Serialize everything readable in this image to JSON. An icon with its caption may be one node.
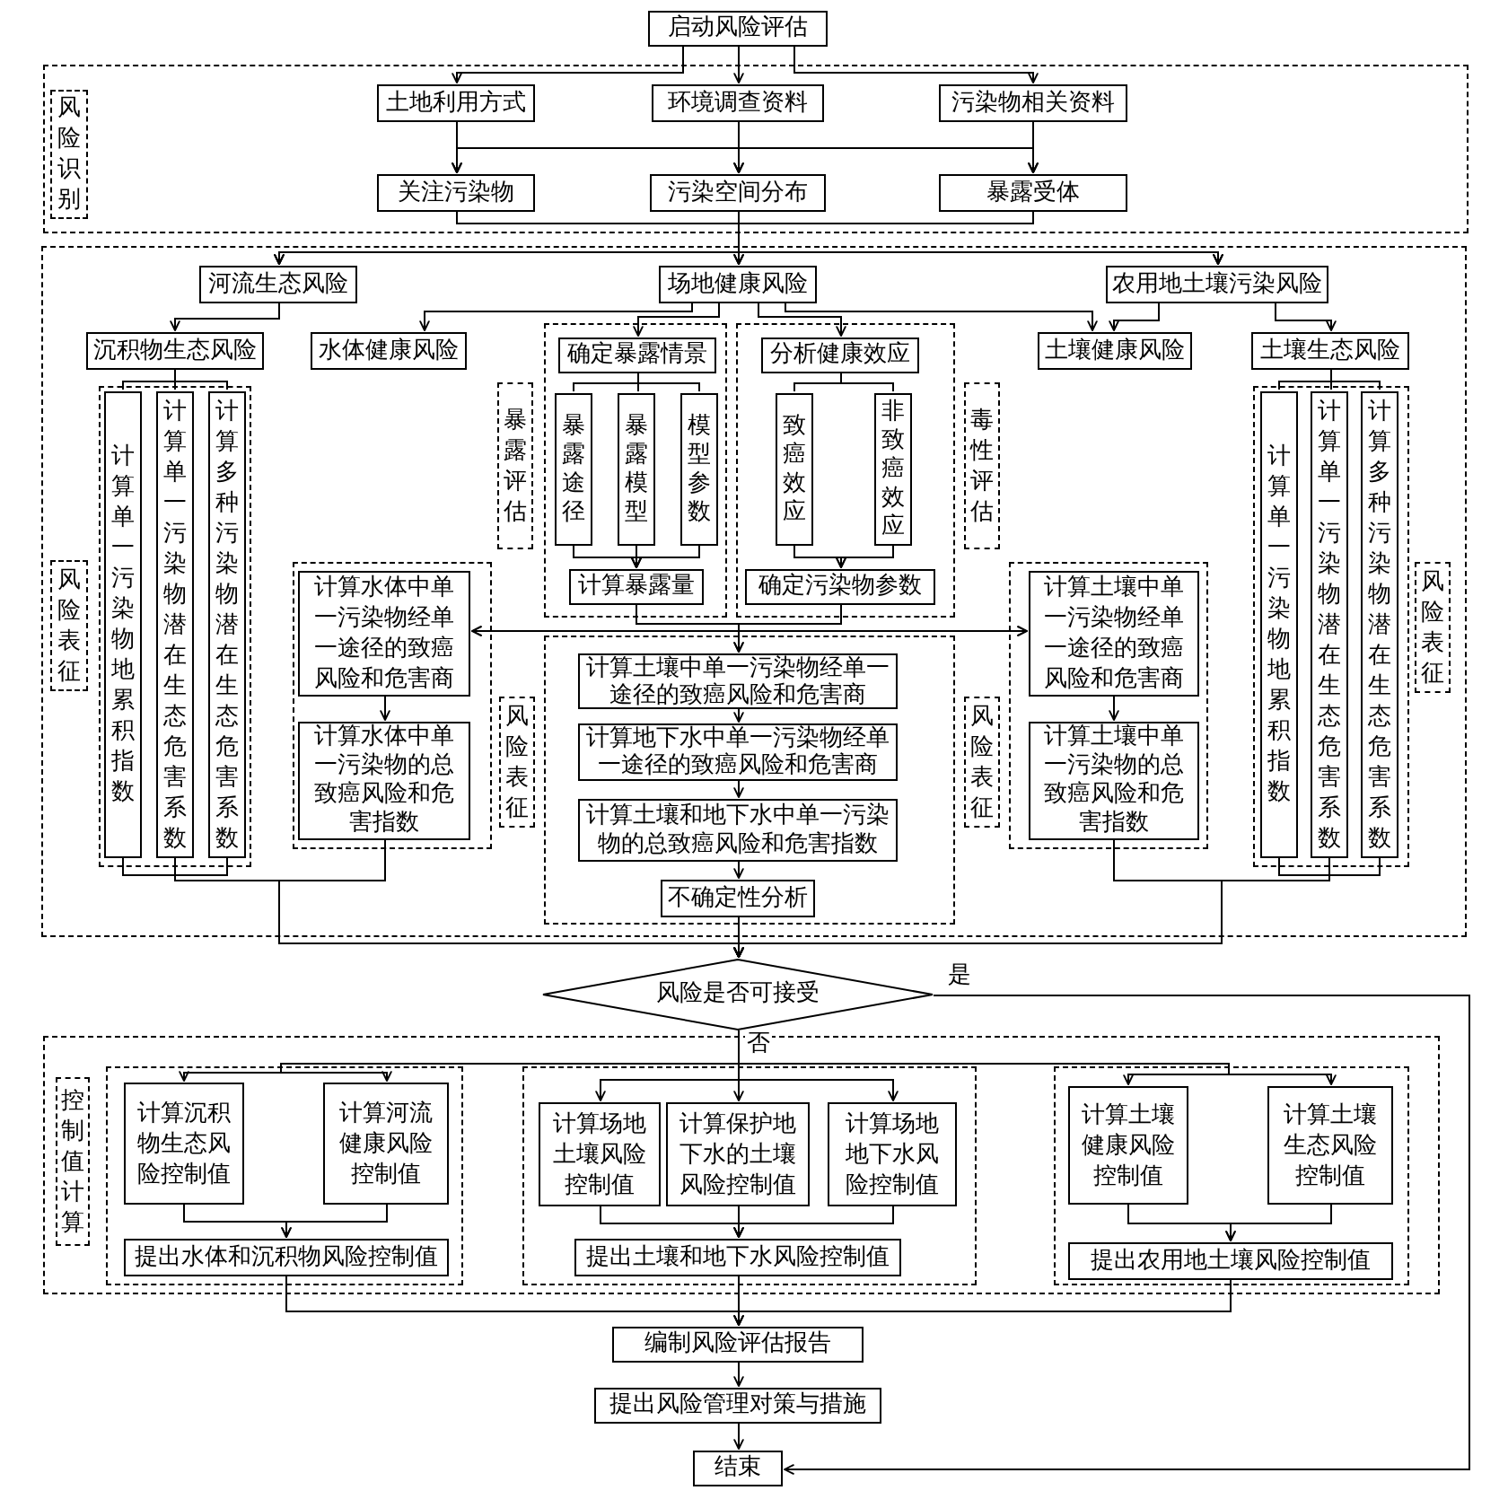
{
  "diagram": {
    "nodes": [
      {
        "text": [
          "启动风险评估"
        ]
      },
      {
        "text": [],
        "shape": "box"
      },
      {
        "text": [
          "风险识别"
        ],
        "in": 1
      },
      {
        "text": [
          "土地利用方式"
        ],
        "in": 1
      },
      {
        "text": [
          "环境调查资料"
        ],
        "in": 1
      },
      {
        "text": [
          "污染物相关资料"
        ],
        "in": 1
      },
      {
        "text": [
          "关注污染物"
        ],
        "in": 1
      },
      {
        "text": [
          "污染空间分布"
        ],
        "in": 1
      },
      {
        "text": [
          "暴露受体"
        ],
        "in": 1
      },
      {
        "text": [],
        "shape": "box"
      },
      {
        "text": [
          "河流生态风险"
        ],
        "in": 9
      },
      {
        "text": [
          "场地健康风险"
        ],
        "in": 9
      },
      {
        "text": [
          "农用地土壤污染风险"
        ],
        "in": 9
      },
      {
        "text": [
          "沉积物生态风险"
        ],
        "in": 9
      },
      {
        "text": [
          "水体健康风险"
        ],
        "in": 9
      },
      {
        "text": [
          "土壤健康风险"
        ],
        "in": 9
      },
      {
        "text": [
          "土壤生态风险"
        ],
        "in": 9
      },
      {
        "text": [],
        "shape": "box",
        "in": 9
      },
      {
        "text": [
          "计算单一污染物地累积指数"
        ],
        "in": 17
      },
      {
        "text": [
          "计算单一污染物潜在生态危害系数"
        ],
        "in": 17
      },
      {
        "text": [
          "计算多种污染物潜在生态危害系数"
        ],
        "in": 17
      },
      {
        "text": [
          "暴露评估"
        ],
        "in": 9
      },
      {
        "text": [],
        "shape": "box",
        "in": 9
      },
      {
        "text": [
          "确定暴露情景"
        ],
        "in": 22
      },
      {
        "text": [
          "暴露途径"
        ],
        "in": 22
      },
      {
        "text": [
          "暴露模型"
        ],
        "in": 22
      },
      {
        "text": [
          "模型参数"
        ],
        "in": 22
      },
      {
        "text": [
          "计算暴露量"
        ],
        "in": 22
      },
      {
        "text": [],
        "shape": "box",
        "in": 9
      },
      {
        "text": [
          "分析健康效应"
        ],
        "in": 28
      },
      {
        "text": [
          "致癌效应"
        ],
        "in": 28
      },
      {
        "text": [
          "非致癌效应"
        ],
        "in": 28
      },
      {
        "text": [
          "确定污染物参数"
        ],
        "in": 28
      },
      {
        "text": [
          "毒性评估"
        ],
        "in": 9
      },
      {
        "text": [],
        "shape": "box",
        "in": 9
      },
      {
        "text": [
          "计算单一污染物地累积指数"
        ],
        "in": 34
      },
      {
        "text": [
          "计算单一污染物潜在生态危害系数"
        ],
        "in": 34
      },
      {
        "text": [
          "计算多种污染物潜在生态危害系数"
        ],
        "in": 34
      },
      {
        "text": [
          "风险表征"
        ],
        "in": 9
      },
      {
        "text": [],
        "shape": "box",
        "in": 9
      },
      {
        "text": [
          "计算水体中单一污染物经单一途径的致癌风险和危害商"
        ],
        "in": 39
      },
      {
        "text": [
          "计算水体中单一污染物的总致癌风险和危害指数"
        ],
        "in": 39
      },
      {
        "text": [
          "风险表征"
        ],
        "in": 9
      },
      {
        "text": [],
        "shape": "box",
        "in": 9
      },
      {
        "text": [
          "计算土壤中单一污染物经单一途径的致癌风险和危害商"
        ],
        "in": 43
      },
      {
        "text": [
          "计算地下水中单一污染物经单一途径的致癌风险和危害商"
        ],
        "in": 43
      },
      {
        "text": [
          "计算土壤和地下水中单一污染物的总致癌风险和危害指数"
        ],
        "in": 43
      },
      {
        "text": [
          "不确定性分析"
        ],
        "in": 43
      },
      {
        "text": [
          "风险表征"
        ],
        "in": 9
      },
      {
        "text": [],
        "shape": "box",
        "in": 9
      },
      {
        "text": [
          "计算土壤中单一污染物经单一途径的致癌风险和危害商"
        ],
        "in": 49
      },
      {
        "text": [
          "计算土壤中单一污染物的总致癌风险和危害指数"
        ],
        "in": 49
      },
      {
        "text": [
          "风险表征"
        ],
        "in": 9
      },
      {
        "text": [
          "风险是否可接受"
        ]
      },
      {
        "text": [],
        "shape": "box"
      },
      {
        "text": [
          "控制值计算"
        ],
        "in": 54
      },
      {
        "text": [],
        "shape": "box",
        "in": 54
      },
      {
        "text": [
          "计算沉积物生态风险控制值"
        ],
        "in": 56
      },
      {
        "text": [
          "计算河流健康风险控制值"
        ],
        "in": 56
      },
      {
        "text": [
          "提出水体和沉积物风险控制值"
        ],
        "in": 56
      },
      {
        "text": [],
        "shape": "box",
        "in": 54
      },
      {
        "text": [
          "计算场地土壤风险控制值"
        ],
        "in": 60
      },
      {
        "text": [
          "计算保护地下水的土壤风险控制值"
        ],
        "in": 60
      },
      {
        "text": [
          "计算场地地下水风险控制值"
        ],
        "in": 60
      },
      {
        "text": [
          "提出土壤和地下水风险控制值"
        ],
        "in": 60
      },
      {
        "text": [],
        "shape": "box",
        "in": 54
      },
      {
        "text": [
          "计算土壤健康风险控制值"
        ],
        "in": 65
      },
      {
        "text": [
          "计算土壤生态风险控制值"
        ],
        "in": 65
      },
      {
        "text": [
          "提出农用地土壤风险控制值"
        ],
        "in": 65
      },
      {
        "text": [
          "编制风险评估报告"
        ]
      },
      {
        "text": [
          "提出风险管理对策与措施"
        ]
      },
      {
        "text": [
          "结束"
        ]
      }
    ],
    "edges": [
      {
        "from": 0,
        "to": 3,
        "arrow": "to"
      },
      {
        "from": 0,
        "to": 4,
        "arrow": "to"
      },
      {
        "from": 0,
        "to": 5,
        "arrow": "to"
      },
      {
        "from": 3,
        "to": 6,
        "arrow": "to"
      },
      {
        "from": 3,
        "to": 7,
        "arrow": "to"
      },
      {
        "from": 3,
        "to": 8,
        "arrow": "to"
      },
      {
        "from": 4,
        "to": 6,
        "arrow": "to"
      },
      {
        "from": 4,
        "to": 7,
        "arrow": "to"
      },
      {
        "from": 4,
        "to": 8,
        "arrow": "to"
      },
      {
        "from": 5,
        "to": 6,
        "arrow": "to"
      },
      {
        "from": 5,
        "to": 7,
        "arrow": "to"
      },
      {
        "from": 5,
        "to": 8,
        "arrow": "to"
      },
      {
        "from": 6,
        "to": 10,
        "arrow": "to"
      },
      {
        "from": 6,
        "to": 11,
        "arrow": "to"
      },
      {
        "from": 6,
        "to": 12,
        "arrow": "to"
      },
      {
        "from": 7,
        "to": 10,
        "arrow": "to"
      },
      {
        "from": 7,
        "to": 11,
        "arrow": "to"
      },
      {
        "from": 7,
        "to": 12,
        "arrow": "to"
      },
      {
        "from": 8,
        "to": 10,
        "arrow": "to"
      },
      {
        "from": 8,
        "to": 11,
        "arrow": "to"
      },
      {
        "from": 8,
        "to": 12,
        "arrow": "to"
      },
      {
        "from": 10,
        "to": 13,
        "arrow": "to"
      },
      {
        "from": 11,
        "to": 14,
        "arrow": "to"
      },
      {
        "from": 11,
        "to": 23,
        "arrow": "to"
      },
      {
        "from": 11,
        "to": 29,
        "arrow": "to"
      },
      {
        "from": 11,
        "to": 15,
        "arrow": "to"
      },
      {
        "from": 12,
        "to": 15,
        "arrow": "to"
      },
      {
        "from": 12,
        "to": 16,
        "arrow": "to"
      },
      {
        "from": 13,
        "to": 18,
        "arrow": "none"
      },
      {
        "from": 13,
        "to": 19,
        "arrow": "none"
      },
      {
        "from": 13,
        "to": 20,
        "arrow": "none"
      },
      {
        "from": 23,
        "to": 24,
        "arrow": "none"
      },
      {
        "from": 23,
        "to": 25,
        "arrow": "none"
      },
      {
        "from": 23,
        "to": 26,
        "arrow": "none"
      },
      {
        "from": 24,
        "to": 27,
        "arrow": "to"
      },
      {
        "from": 25,
        "to": 27,
        "arrow": "to"
      },
      {
        "from": 26,
        "to": 27,
        "arrow": "to"
      },
      {
        "from": 29,
        "to": 30,
        "arrow": "none"
      },
      {
        "from": 29,
        "to": 31,
        "arrow": "none"
      },
      {
        "from": 30,
        "to": 32,
        "arrow": "to"
      },
      {
        "from": 31,
        "to": 32,
        "arrow": "to"
      },
      {
        "from": 16,
        "to": 35,
        "arrow": "none"
      },
      {
        "from": 16,
        "to": 36,
        "arrow": "none"
      },
      {
        "from": 16,
        "to": 37,
        "arrow": "none"
      },
      {
        "from": 27,
        "to": 40,
        "arrow": "to"
      },
      {
        "from": 27,
        "to": 44,
        "arrow": "to"
      },
      {
        "from": 27,
        "to": 50,
        "arrow": "to"
      },
      {
        "from": 32,
        "to": 40,
        "arrow": "to"
      },
      {
        "from": 32,
        "to": 44,
        "arrow": "to"
      },
      {
        "from": 32,
        "to": 50,
        "arrow": "to"
      },
      {
        "from": 40,
        "to": 41,
        "arrow": "to"
      },
      {
        "from": 44,
        "to": 45,
        "arrow": "to"
      },
      {
        "from": 45,
        "to": 46,
        "arrow": "to"
      },
      {
        "from": 46,
        "to": 47,
        "arrow": "to"
      },
      {
        "from": 50,
        "to": 51,
        "arrow": "to"
      },
      {
        "from": 18,
        "to": 53,
        "arrow": "to"
      },
      {
        "from": 19,
        "to": 53,
        "arrow": "to"
      },
      {
        "from": 20,
        "to": 53,
        "arrow": "to"
      },
      {
        "from": 41,
        "to": 53,
        "arrow": "to"
      },
      {
        "from": 47,
        "to": 53,
        "arrow": "to"
      },
      {
        "from": 51,
        "to": 53,
        "arrow": "to"
      },
      {
        "from": 35,
        "to": 53,
        "arrow": "to"
      },
      {
        "from": 36,
        "to": 53,
        "arrow": "to"
      },
      {
        "from": 37,
        "to": 53,
        "arrow": "to"
      },
      {
        "from": 53,
        "to": 71,
        "arrow": "to",
        "label": "是"
      },
      {
        "from": 53,
        "to": 57,
        "arrow": "to"
      },
      {
        "from": 53,
        "to": 58,
        "arrow": "to"
      },
      {
        "from": 53,
        "to": 61,
        "arrow": "to"
      },
      {
        "from": 53,
        "to": 62,
        "arrow": "to",
        "label": "否"
      },
      {
        "from": 53,
        "to": 63,
        "arrow": "to"
      },
      {
        "from": 53,
        "to": 66,
        "arrow": "to"
      },
      {
        "from": 53,
        "to": 67,
        "arrow": "to"
      },
      {
        "from": 57,
        "to": 59,
        "arrow": "to"
      },
      {
        "from": 58,
        "to": 59,
        "arrow": "to"
      },
      {
        "from": 61,
        "to": 64,
        "arrow": "to"
      },
      {
        "from": 62,
        "to": 64,
        "arrow": "to"
      },
      {
        "from": 63,
        "to": 64,
        "arrow": "to"
      },
      {
        "from": 66,
        "to": 68,
        "arrow": "to"
      },
      {
        "from": 67,
        "to": 68,
        "arrow": "to"
      },
      {
        "from": 59,
        "to": 69,
        "arrow": "to"
      },
      {
        "from": 64,
        "to": 69,
        "arrow": "to"
      },
      {
        "from": 68,
        "to": 69,
        "arrow": "to"
      },
      {
        "from": 69,
        "to": 70,
        "arrow": "to"
      },
      {
        "from": 70,
        "to": 71,
        "arrow": "to"
      }
    ]
  }
}
